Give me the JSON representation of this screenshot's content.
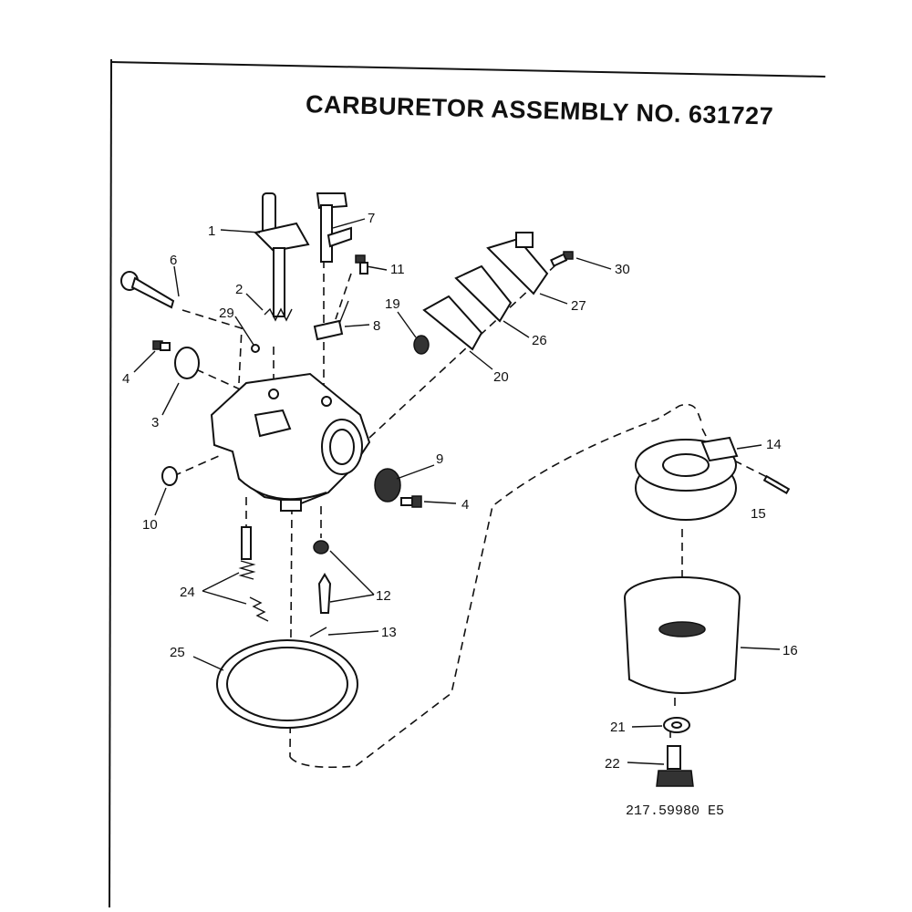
{
  "diagram": {
    "title": "CARBURETOR ASSEMBLY NO. 631727",
    "drawing_code": "217.59980 E5",
    "part_labels": [
      {
        "id": "p1",
        "text": "1"
      },
      {
        "id": "p2",
        "text": "2"
      },
      {
        "id": "p3",
        "text": "3"
      },
      {
        "id": "p4a",
        "text": "4"
      },
      {
        "id": "p4b",
        "text": "4"
      },
      {
        "id": "p6",
        "text": "6"
      },
      {
        "id": "p7",
        "text": "7"
      },
      {
        "id": "p8",
        "text": "8"
      },
      {
        "id": "p9",
        "text": "9"
      },
      {
        "id": "p10",
        "text": "10"
      },
      {
        "id": "p11",
        "text": "11"
      },
      {
        "id": "p12",
        "text": "12"
      },
      {
        "id": "p13",
        "text": "13"
      },
      {
        "id": "p14",
        "text": "14"
      },
      {
        "id": "p15",
        "text": "15"
      },
      {
        "id": "p16",
        "text": "16"
      },
      {
        "id": "p19",
        "text": "19"
      },
      {
        "id": "p20",
        "text": "20"
      },
      {
        "id": "p21",
        "text": "21"
      },
      {
        "id": "p22",
        "text": "22"
      },
      {
        "id": "p24",
        "text": "24"
      },
      {
        "id": "p25",
        "text": "25"
      },
      {
        "id": "p26",
        "text": "26"
      },
      {
        "id": "p27",
        "text": "27"
      },
      {
        "id": "p29",
        "text": "29"
      },
      {
        "id": "p30",
        "text": "30"
      }
    ]
  }
}
